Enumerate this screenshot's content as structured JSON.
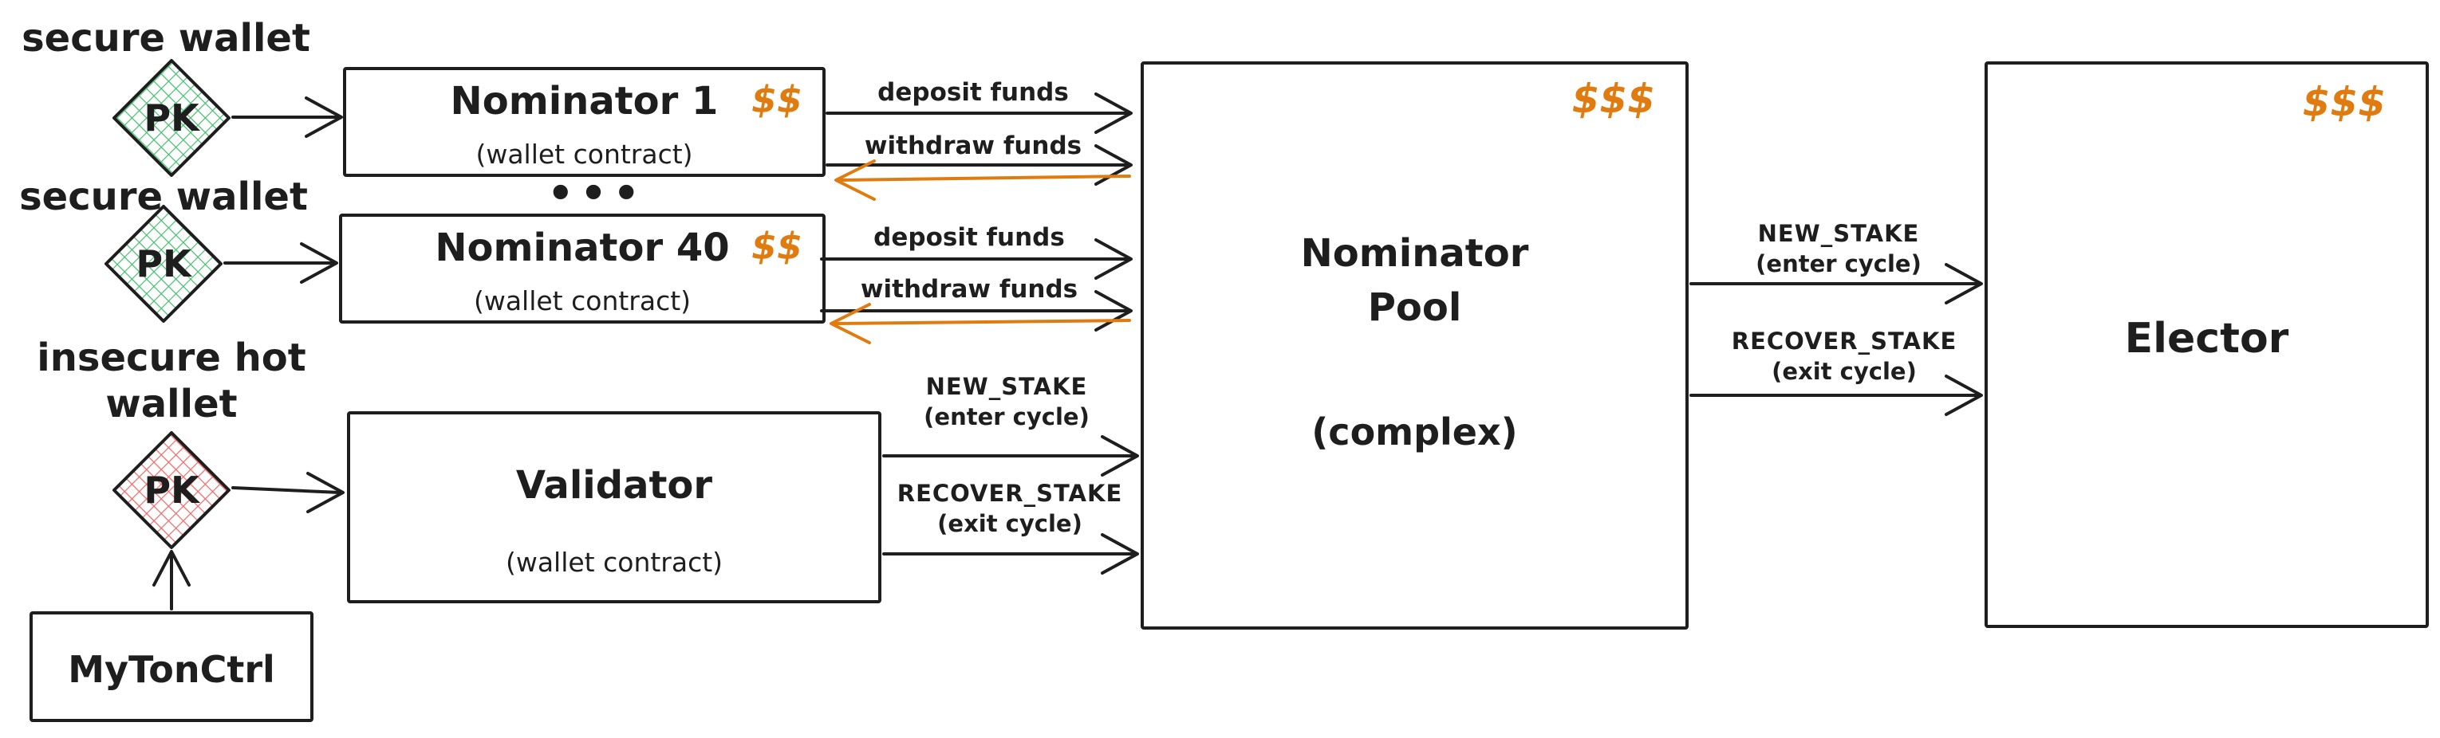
{
  "colors": {
    "ink": "#1e1e1e",
    "money_accent": "#e07b10",
    "secure_green": "#45c06f",
    "insecure_red": "#f06a6a"
  },
  "wallets": {
    "secure1": {
      "caption": "secure wallet",
      "key": "PK"
    },
    "secure2": {
      "caption": "secure wallet",
      "key": "PK"
    },
    "insecure": {
      "caption": "insecure hot wallet",
      "key": "PK"
    }
  },
  "nodes": {
    "nominator1": {
      "title": "Nominator 1",
      "money": "$$",
      "subtitle": "(wallet contract)"
    },
    "ellipsis": "•••",
    "nominator40": {
      "title": "Nominator 40",
      "money": "$$",
      "subtitle": "(wallet contract)"
    },
    "validator": {
      "title": "Validator",
      "subtitle": "(wallet contract)"
    },
    "mytonctrl": {
      "title": "MyTonCtrl"
    },
    "pool": {
      "title_line1": "Nominator",
      "title_line2": "Pool",
      "subtitle": "(complex)",
      "money": "$$$"
    },
    "elector": {
      "title": "Elector",
      "money": "$$$"
    }
  },
  "flows": {
    "nominator1_deposit": {
      "label": "deposit funds"
    },
    "nominator1_withdraw": {
      "label": "withdraw funds"
    },
    "nominator40_deposit": {
      "label": "deposit funds"
    },
    "nominator40_withdraw": {
      "label": "withdraw funds"
    },
    "validator_new_stake": {
      "label": "NEW_STAKE",
      "note": "(enter cycle)"
    },
    "validator_recover_stake": {
      "label": "RECOVER_STAKE",
      "note": "(exit cycle)"
    },
    "pool_new_stake": {
      "label": "NEW_STAKE",
      "note": "(enter cycle)"
    },
    "pool_recover_stake": {
      "label": "RECOVER_STAKE",
      "note": "(exit cycle)"
    }
  }
}
